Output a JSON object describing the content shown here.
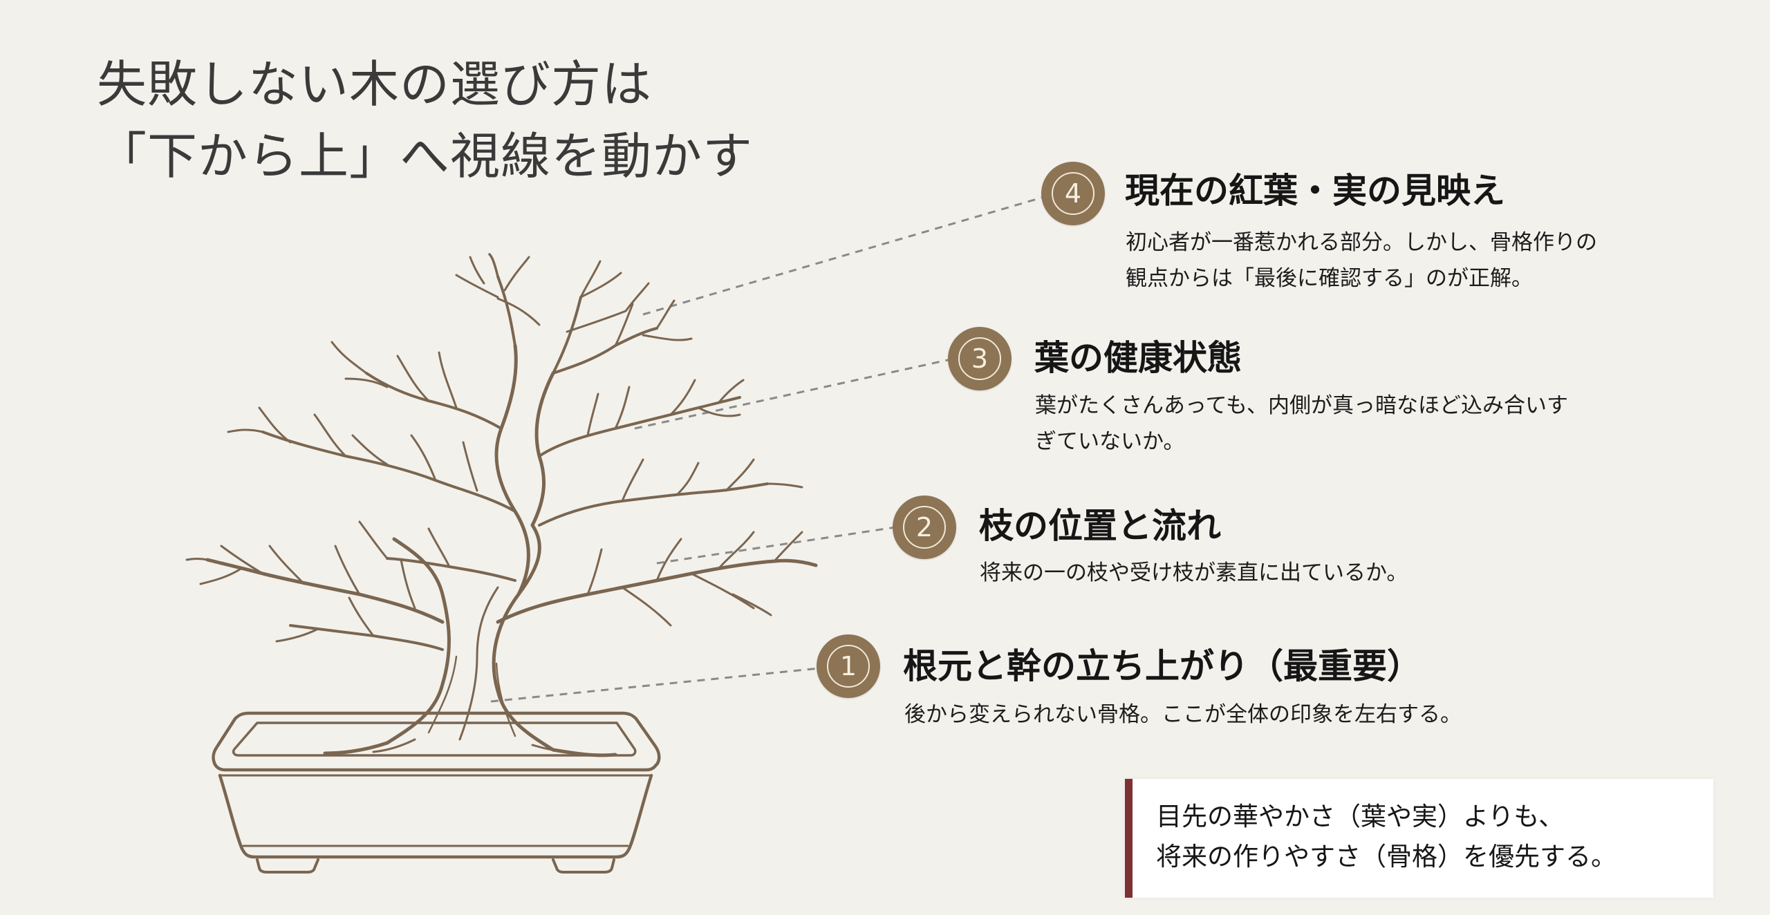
{
  "title": {
    "line1": "失敗しない木の選び方は",
    "line2": "「下から上」へ視線を動かす"
  },
  "colors": {
    "background": "#f3f1ec",
    "badge": "#8c7455",
    "tree_stroke": "#7a6650",
    "leader_line": "#8a8a8a",
    "callout_bar": "#7d3133",
    "title_text": "#3a3a3a"
  },
  "illustration": {
    "subject": "bonsai-tree-in-rectangular-pot",
    "style": "line-drawing"
  },
  "points": [
    {
      "number": "4",
      "title": "現在の紅葉・実の見映え",
      "desc_lines": [
        "初心者が一番惹かれる部分。しかし、骨格作りの",
        "観点からは「最後に確認する」のが正解。"
      ]
    },
    {
      "number": "3",
      "title": "葉の健康状態",
      "desc_lines": [
        "葉がたくさんあっても、内側が真っ暗なほど込み合いす",
        "ぎていないか。"
      ]
    },
    {
      "number": "2",
      "title": "枝の位置と流れ",
      "desc_lines": [
        "将来の一の枝や受け枝が素直に出ているか。"
      ]
    },
    {
      "number": "1",
      "title": "根元と幹の立ち上がり（最重要）",
      "desc_lines": [
        "後から変えられない骨格。ここが全体の印象を左右する。"
      ]
    }
  ],
  "callout": {
    "line1": "目先の華やかさ（葉や実）よりも、",
    "line2": "将来の作りやすさ（骨格）を優先する。"
  }
}
